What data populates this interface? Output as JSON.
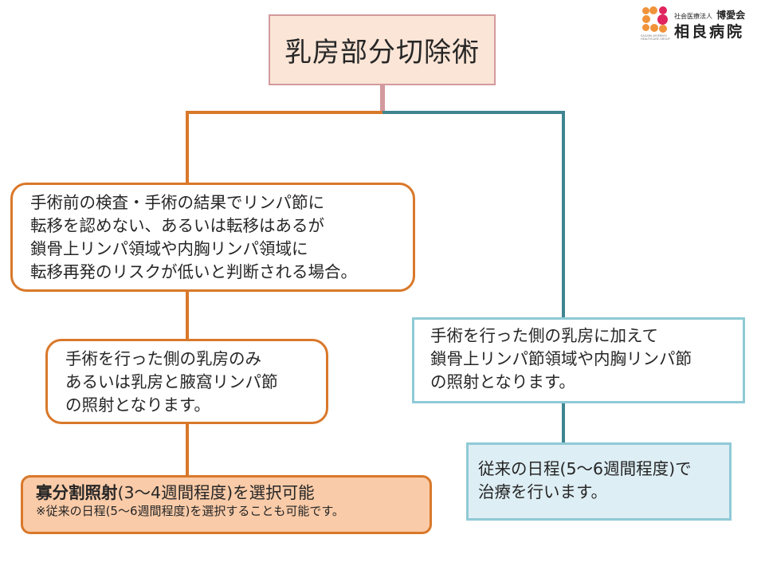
{
  "logo": {
    "org_prefix": "社会医療法人",
    "org_name": "博愛会",
    "hospital_name": "相良病院",
    "tagline": "SAGARA WOMEN'S HEALTHCARE GROUP",
    "colors": {
      "orange": "#f0933a",
      "pink": "#e0245e"
    }
  },
  "title": "乳房部分切除術",
  "colors": {
    "left_branch": "#d9782a",
    "right_branch": "#3f8591",
    "title_border": "#d29a9e",
    "title_fill": "#fbe5d6",
    "right_box_border": "#8fcad6",
    "right_bottom_fill": "#ddeef4",
    "left_bottom_fill": "#f9cba8"
  },
  "left_branch": {
    "condition_lines": [
      "手術前の検査・手術の結果でリンパ節に",
      "転移を認めない、あるいは転移はあるが",
      "鎖骨上リンパ領域や内胸リンパ領域に",
      "転移再発のリスクが低いと判断される場合。"
    ],
    "target_lines": [
      "手術を行った側の乳房のみ",
      "あるいは乳房と腋窩リンパ節",
      "の照射となります。"
    ],
    "result": {
      "bold": "寡分割照射",
      "rest": "(3～4週間程度)を選択可能",
      "note": "※従来の日程(5～6週間程度)を選択することも可能です。"
    }
  },
  "right_branch": {
    "target_lines": [
      "手術を行った側の乳房に加えて",
      "鎖骨上リンパ節領域や内胸リンパ節",
      "の照射となります。"
    ],
    "result_lines": [
      "従来の日程(5～6週間程度)で",
      "治療を行います。"
    ]
  }
}
